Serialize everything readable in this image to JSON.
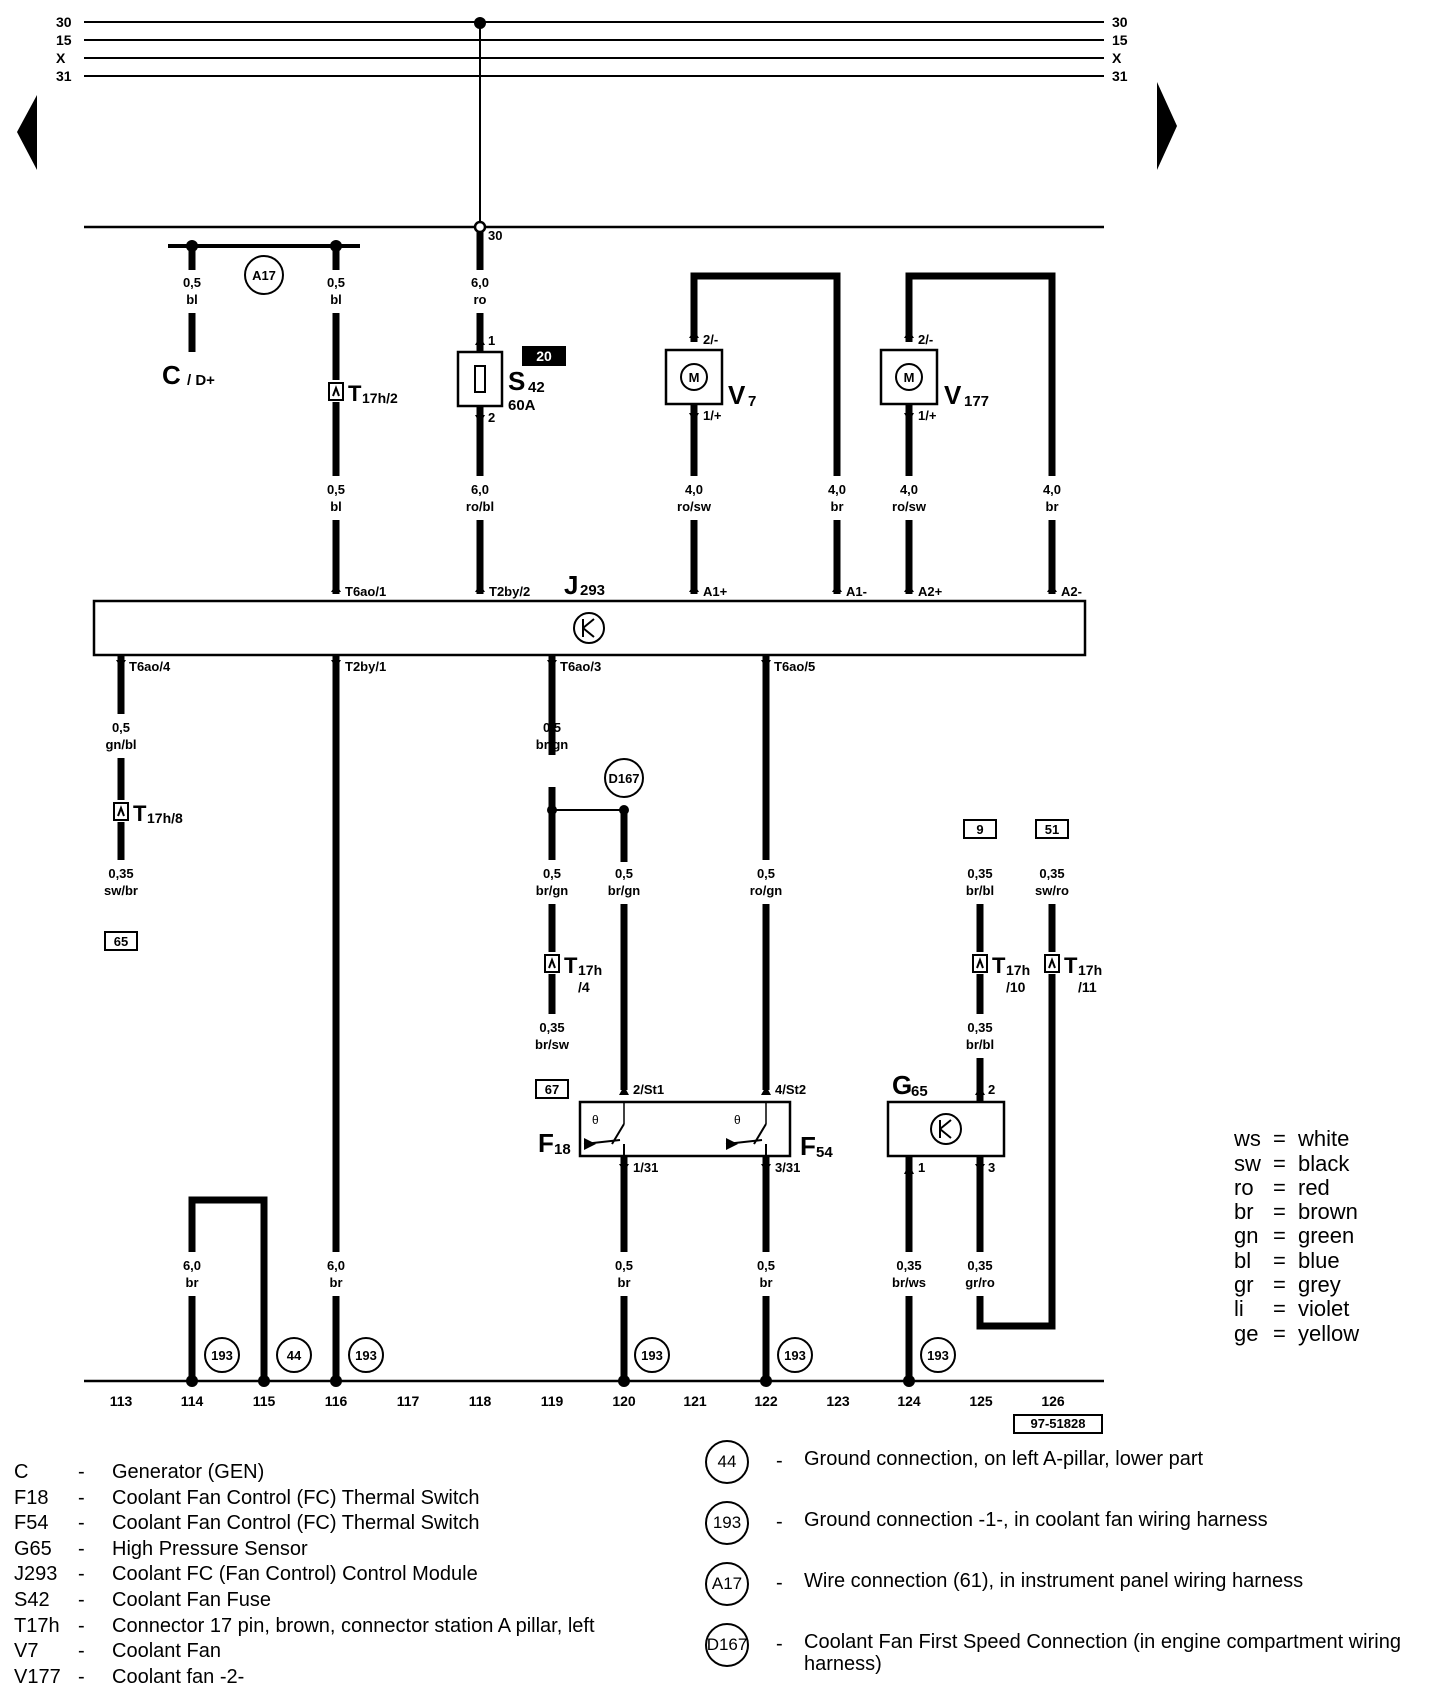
{
  "bus_lines": [
    "30",
    "15",
    "X",
    "31"
  ],
  "junction_30_label": "30",
  "components": {
    "C": {
      "name": "C",
      "sub": "/ D+"
    },
    "S42": {
      "name": "S",
      "sub": "42",
      "rating": "60A",
      "badge": "20",
      "pin_in": "1",
      "pin_out": "2"
    },
    "V7": {
      "name": "V",
      "sub": "7",
      "pin_top": "2/-",
      "pin_bottom": "1/+",
      "motor_glyph": "M"
    },
    "V177": {
      "name": "V",
      "sub": "177",
      "pin_top": "2/-",
      "pin_bottom": "1/+",
      "motor_glyph": "M"
    },
    "J293": {
      "name": "J",
      "sub": "293"
    },
    "F18": {
      "name": "F",
      "sub": "18",
      "pin_top": "2/St1",
      "pin_bottom": "1/31"
    },
    "F54": {
      "name": "F",
      "sub": "54",
      "pin_top": "4/St2",
      "pin_bottom": "3/31"
    },
    "G65": {
      "name": "G",
      "sub": "65",
      "pin_top": "2",
      "pin_left": "1",
      "pin_right": "3"
    }
  },
  "connectors": {
    "t17h2": {
      "name": "T",
      "sub": "17h/2"
    },
    "t17h8": {
      "name": "T",
      "sub": "17h/8"
    },
    "t17h4": {
      "name": "T",
      "sub": "17h",
      "sub2": "/4"
    },
    "t17h10": {
      "name": "T",
      "sub": "17h",
      "sub2": "/10"
    },
    "t17h11": {
      "name": "T",
      "sub": "17h",
      "sub2": "/11"
    }
  },
  "j293_pins": {
    "top": [
      "T6ao/1",
      "T2by/2",
      "A1+",
      "A1-",
      "A2+",
      "A2-"
    ],
    "bottom": [
      "T6ao/4",
      "T2by/1",
      "T6ao/3",
      "T6ao/5"
    ]
  },
  "wires": {
    "w113a": {
      "size": "0,5",
      "color": "bl"
    },
    "w116a": {
      "size": "0,5",
      "color": "bl"
    },
    "w116b": {
      "size": "0,5",
      "color": "bl"
    },
    "w119a": {
      "size": "6,0",
      "color": "ro"
    },
    "w119b": {
      "size": "6,0",
      "color": "ro/bl"
    },
    "w121a": {
      "size": "4,0",
      "color": "ro/sw"
    },
    "w123a": {
      "size": "4,0",
      "color": "br"
    },
    "w124a": {
      "size": "4,0",
      "color": "ro/sw"
    },
    "w126a": {
      "size": "4,0",
      "color": "br"
    },
    "w113b": {
      "size": "0,5",
      "color": "gn/bl"
    },
    "w113c": {
      "size": "0,35",
      "color": "sw/br"
    },
    "w119c": {
      "size": "0,5",
      "color": "br/gn"
    },
    "w119d": {
      "size": "0,5",
      "color": "br/gn"
    },
    "w119e": {
      "size": "0,35",
      "color": "br/sw"
    },
    "w120a": {
      "size": "0,5",
      "color": "br/gn"
    },
    "w122a": {
      "size": "0,5",
      "color": "ro/gn"
    },
    "w125a": {
      "size": "0,35",
      "color": "br/bl"
    },
    "w126b": {
      "size": "0,35",
      "color": "sw/ro"
    },
    "w125b": {
      "size": "0,35",
      "color": "br/bl"
    },
    "w114a": {
      "size": "6,0",
      "color": "br"
    },
    "w116c": {
      "size": "6,0",
      "color": "br"
    },
    "w120b": {
      "size": "0,5",
      "color": "br"
    },
    "w122b": {
      "size": "0,5",
      "color": "br"
    },
    "w124b": {
      "size": "0,35",
      "color": "br/ws"
    },
    "w125c": {
      "size": "0,35",
      "color": "gr/ro"
    }
  },
  "ref_boxes": {
    "r65": "65",
    "r67": "67",
    "r9": "9",
    "r51": "51"
  },
  "ground_markers": [
    "193",
    "44",
    "193",
    "193",
    "193",
    "193"
  ],
  "wire_markers": {
    "a17": "A17",
    "d167": "D167"
  },
  "grid_numbers": [
    "113",
    "114",
    "115",
    "116",
    "117",
    "118",
    "119",
    "120",
    "121",
    "122",
    "123",
    "124",
    "125",
    "126"
  ],
  "figure_id": "97-51828",
  "color_legend": [
    {
      "code": "ws",
      "eq": "=",
      "name": "white"
    },
    {
      "code": "sw",
      "eq": "=",
      "name": "black"
    },
    {
      "code": "ro",
      "eq": "=",
      "name": "red"
    },
    {
      "code": "br",
      "eq": "=",
      "name": "brown"
    },
    {
      "code": "gn",
      "eq": "=",
      "name": "green"
    },
    {
      "code": "bl",
      "eq": "=",
      "name": "blue"
    },
    {
      "code": "gr",
      "eq": "=",
      "name": "grey"
    },
    {
      "code": "li",
      "eq": "=",
      "name": "violet"
    },
    {
      "code": "ge",
      "eq": "=",
      "name": "yellow"
    }
  ],
  "component_list": [
    {
      "code": "C",
      "dash": "-",
      "desc": "Generator (GEN)"
    },
    {
      "code": "F18",
      "dash": "-",
      "desc": "Coolant Fan Control (FC) Thermal Switch"
    },
    {
      "code": "F54",
      "dash": "-",
      "desc": "Coolant Fan Control (FC) Thermal Switch"
    },
    {
      "code": "G65",
      "dash": "-",
      "desc": "High Pressure Sensor"
    },
    {
      "code": "J293",
      "dash": "-",
      "desc": "Coolant FC (Fan Control) Control Module"
    },
    {
      "code": "S42",
      "dash": "-",
      "desc": "Coolant Fan Fuse"
    },
    {
      "code": "T17h",
      "dash": "-",
      "desc": "Connector 17 pin, brown, connector station A pillar, left"
    },
    {
      "code": "V7",
      "dash": "-",
      "desc": "Coolant Fan"
    },
    {
      "code": "V177",
      "dash": "-",
      "desc": "Coolant fan -2-"
    }
  ],
  "ground_list": [
    {
      "symbol": "44",
      "dash": "-",
      "desc": "Ground connection, on left A-pillar, lower part"
    },
    {
      "symbol": "193",
      "dash": "-",
      "desc": "Ground connection -1-, in coolant fan wiring harness"
    },
    {
      "symbol": "A17",
      "dash": "-",
      "desc": "Wire connection (61), in instrument panel wiring harness"
    },
    {
      "symbol": "D167",
      "dash": "-",
      "desc": "Coolant Fan First Speed Connection (in engine compartment wiring harness)"
    }
  ]
}
